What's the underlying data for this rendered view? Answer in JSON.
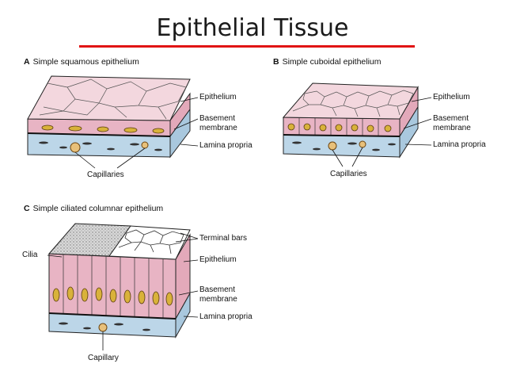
{
  "title": "Epithelial Tissue",
  "panels": {
    "a": {
      "letter": "A",
      "name": "Simple squamous epithelium",
      "labels": {
        "epithelium": "Epithelium",
        "basement_line1": "Basement",
        "basement_line2": "membrane",
        "lamina": "Lamina propria",
        "capillaries": "Capillaries"
      }
    },
    "b": {
      "letter": "B",
      "name": "Simple cuboidal epithelium",
      "labels": {
        "epithelium": "Epithelium",
        "basement_line1": "Basement",
        "basement_line2": "membrane",
        "lamina": "Lamina propria",
        "capillaries": "Capillaries"
      }
    },
    "c": {
      "letter": "C",
      "name": "Simple ciliated columnar epithelium",
      "labels": {
        "terminal": "Terminal bars",
        "cilia": "Cilia",
        "epithelium": "Epithelium",
        "basement_line1": "Basement",
        "basement_line2": "membrane",
        "lamina": "Lamina propria",
        "capillary": "Capillary"
      }
    }
  },
  "colors": {
    "title_rule": "#e11414",
    "epithelium": "#e8b4c4",
    "epithelium_top": "#f3d7de",
    "lamina": "#bcd6e8",
    "nucleus": "#d9b23a"
  }
}
